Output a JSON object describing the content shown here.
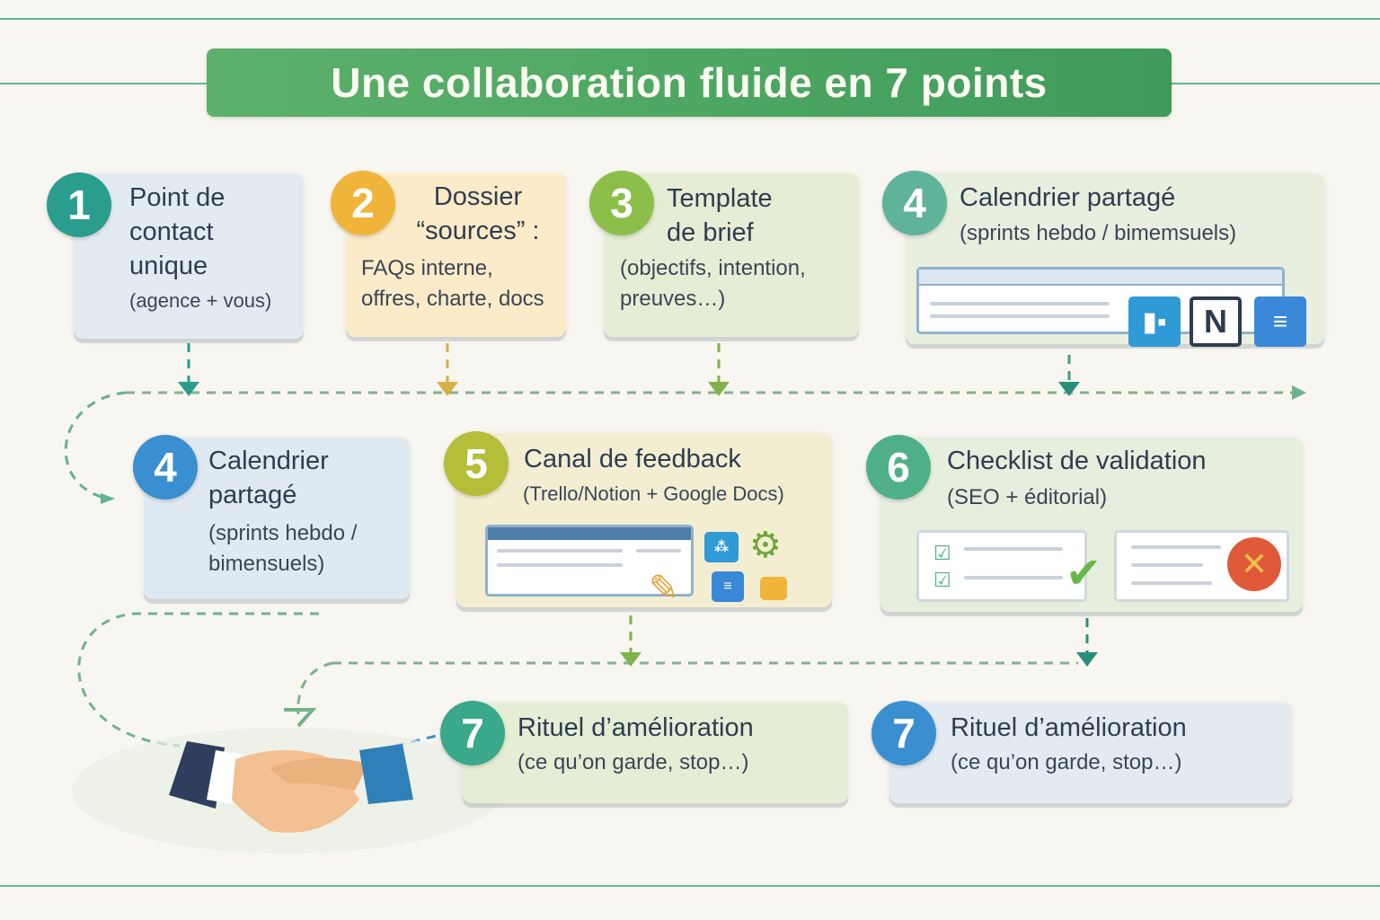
{
  "title": "Une collaboration fluide en 7 points",
  "steps": [
    {
      "num": "1",
      "title": "Point de contact unique",
      "title_lines": [
        "Point de",
        "contact",
        "unique"
      ],
      "subtitle": "(agence + vous)",
      "color": "#2a9d8f"
    },
    {
      "num": "2",
      "title_lines": [
        "Dossier",
        "“sources” :"
      ],
      "subtitle_lines": [
        "FAQs interne,",
        "offres, charte, docs"
      ],
      "color": "#f0b43a"
    },
    {
      "num": "3",
      "title_lines": [
        "Template",
        "de brief"
      ],
      "subtitle_lines": [
        "(objectifs, intention,",
        "preuves…)"
      ],
      "color": "#8cbf4a"
    },
    {
      "num": "4",
      "title": "Calendrier partagé",
      "subtitle": "(sprints hebdo / bimemsuels)",
      "color": "#5fb39a"
    },
    {
      "num": "4",
      "title_lines": [
        "Calendrier",
        "partagé"
      ],
      "subtitle_lines": [
        "(sprints hebdo /",
        "bimensuels)"
      ],
      "color": "#3a8fd0"
    },
    {
      "num": "5",
      "title": "Canal de feedback",
      "subtitle": "(Trello/Notion + Google Docs)",
      "color": "#b5be38"
    },
    {
      "num": "6",
      "title": "Checklist de validation",
      "subtitle": "(SEO + éditorial)",
      "color": "#4fb088"
    },
    {
      "num": "7",
      "title": "Rituel d’amélioration",
      "subtitle": "(ce qu’on garde, stop…)",
      "color": "#3aa88a"
    },
    {
      "num": "7",
      "title": "Rituel d’amélioration",
      "subtitle": "(ce qu’on garde, stop…)",
      "color": "#3a8fd0"
    }
  ],
  "icons": {
    "notion": "N"
  }
}
